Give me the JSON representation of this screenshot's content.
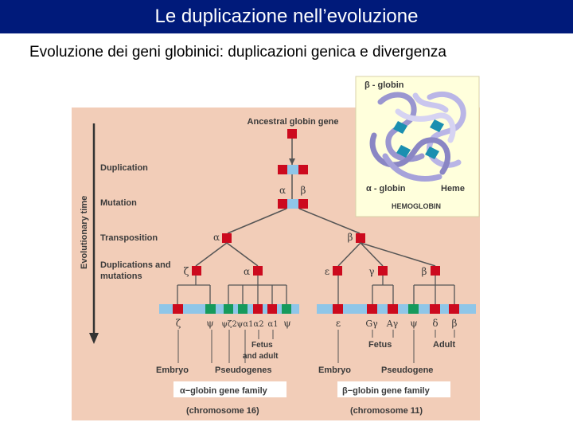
{
  "slide": {
    "title": "Le duplicazione nell’evoluzione",
    "subtitle": "Evoluzione dei geni globinici: duplicazioni genica e divergenza"
  },
  "figure": {
    "axis_label": "Evolutionary time",
    "ancestral_label": "Ancestral globin gene",
    "stages": [
      "Duplication",
      "Mutation",
      "Transposition",
      "Duplications and",
      "mutations"
    ],
    "split_labels": {
      "alpha": "α",
      "beta": "β"
    },
    "alpha_branch": {
      "zeta": "ζ",
      "alpha": "α"
    },
    "beta_branch": {
      "epsilon": "ε",
      "gamma": "γ",
      "beta": "β"
    },
    "alpha_chromosome_genes": [
      "ζ",
      "ψ",
      "ψζ2",
      "ψα1",
      "α2",
      "α1",
      "ψ"
    ],
    "beta_chromosome_genes": [
      "ε",
      "Gγ",
      "Aγ",
      "ψ",
      "δ",
      "β"
    ],
    "alpha_notes": {
      "fetus_adult_1": "Fetus",
      "fetus_adult_2": "and adult",
      "embryo": "Embryo",
      "pseudogenes": "Pseudogenes"
    },
    "beta_notes": {
      "fetus": "Fetus",
      "adult": "Adult",
      "embryo": "Embryo",
      "pseudogene": "Pseudogene"
    },
    "alpha_family": "α−globin gene family",
    "alpha_chromosome": "(chromosome 16)",
    "beta_family": "β−globin gene family",
    "beta_chromosome": "(chromosome 11)",
    "hemoglobin_inset": {
      "beta_label": "β - globin",
      "alpha_label": "α - globin",
      "heme_label": "Heme",
      "caption": "HEMOGLOBIN"
    }
  },
  "colors": {
    "title_bar": "#001a7a",
    "panel": "#f2cdb8",
    "gene_red": "#cc0a1e",
    "gene_blue": "#8fc6e8",
    "gene_green": "#169a5c",
    "inset_bg": "#ffffdc"
  }
}
